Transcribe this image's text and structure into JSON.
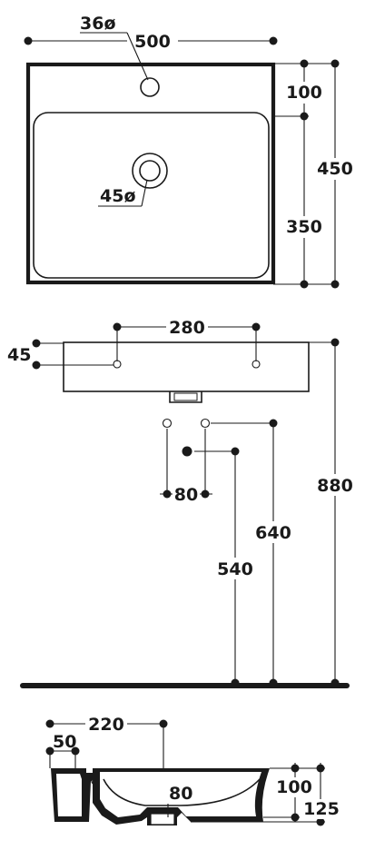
{
  "top_view": {
    "width_label": "500",
    "tap_hole_label": "36ø",
    "drain_label": "45ø",
    "depth_label": "450",
    "top_offset_label": "100",
    "bowl_depth_label": "350"
  },
  "front_view": {
    "hole_spacing_label": "280",
    "hole_height_label": "45",
    "pipe_spacing_label": "80",
    "height_540_label": "540",
    "height_640_label": "640",
    "height_880_label": "880"
  },
  "section_view": {
    "offset_220_label": "220",
    "offset_50_label": "50",
    "drain_80_label": "80",
    "depth_100_label": "100",
    "height_125_label": "125"
  }
}
